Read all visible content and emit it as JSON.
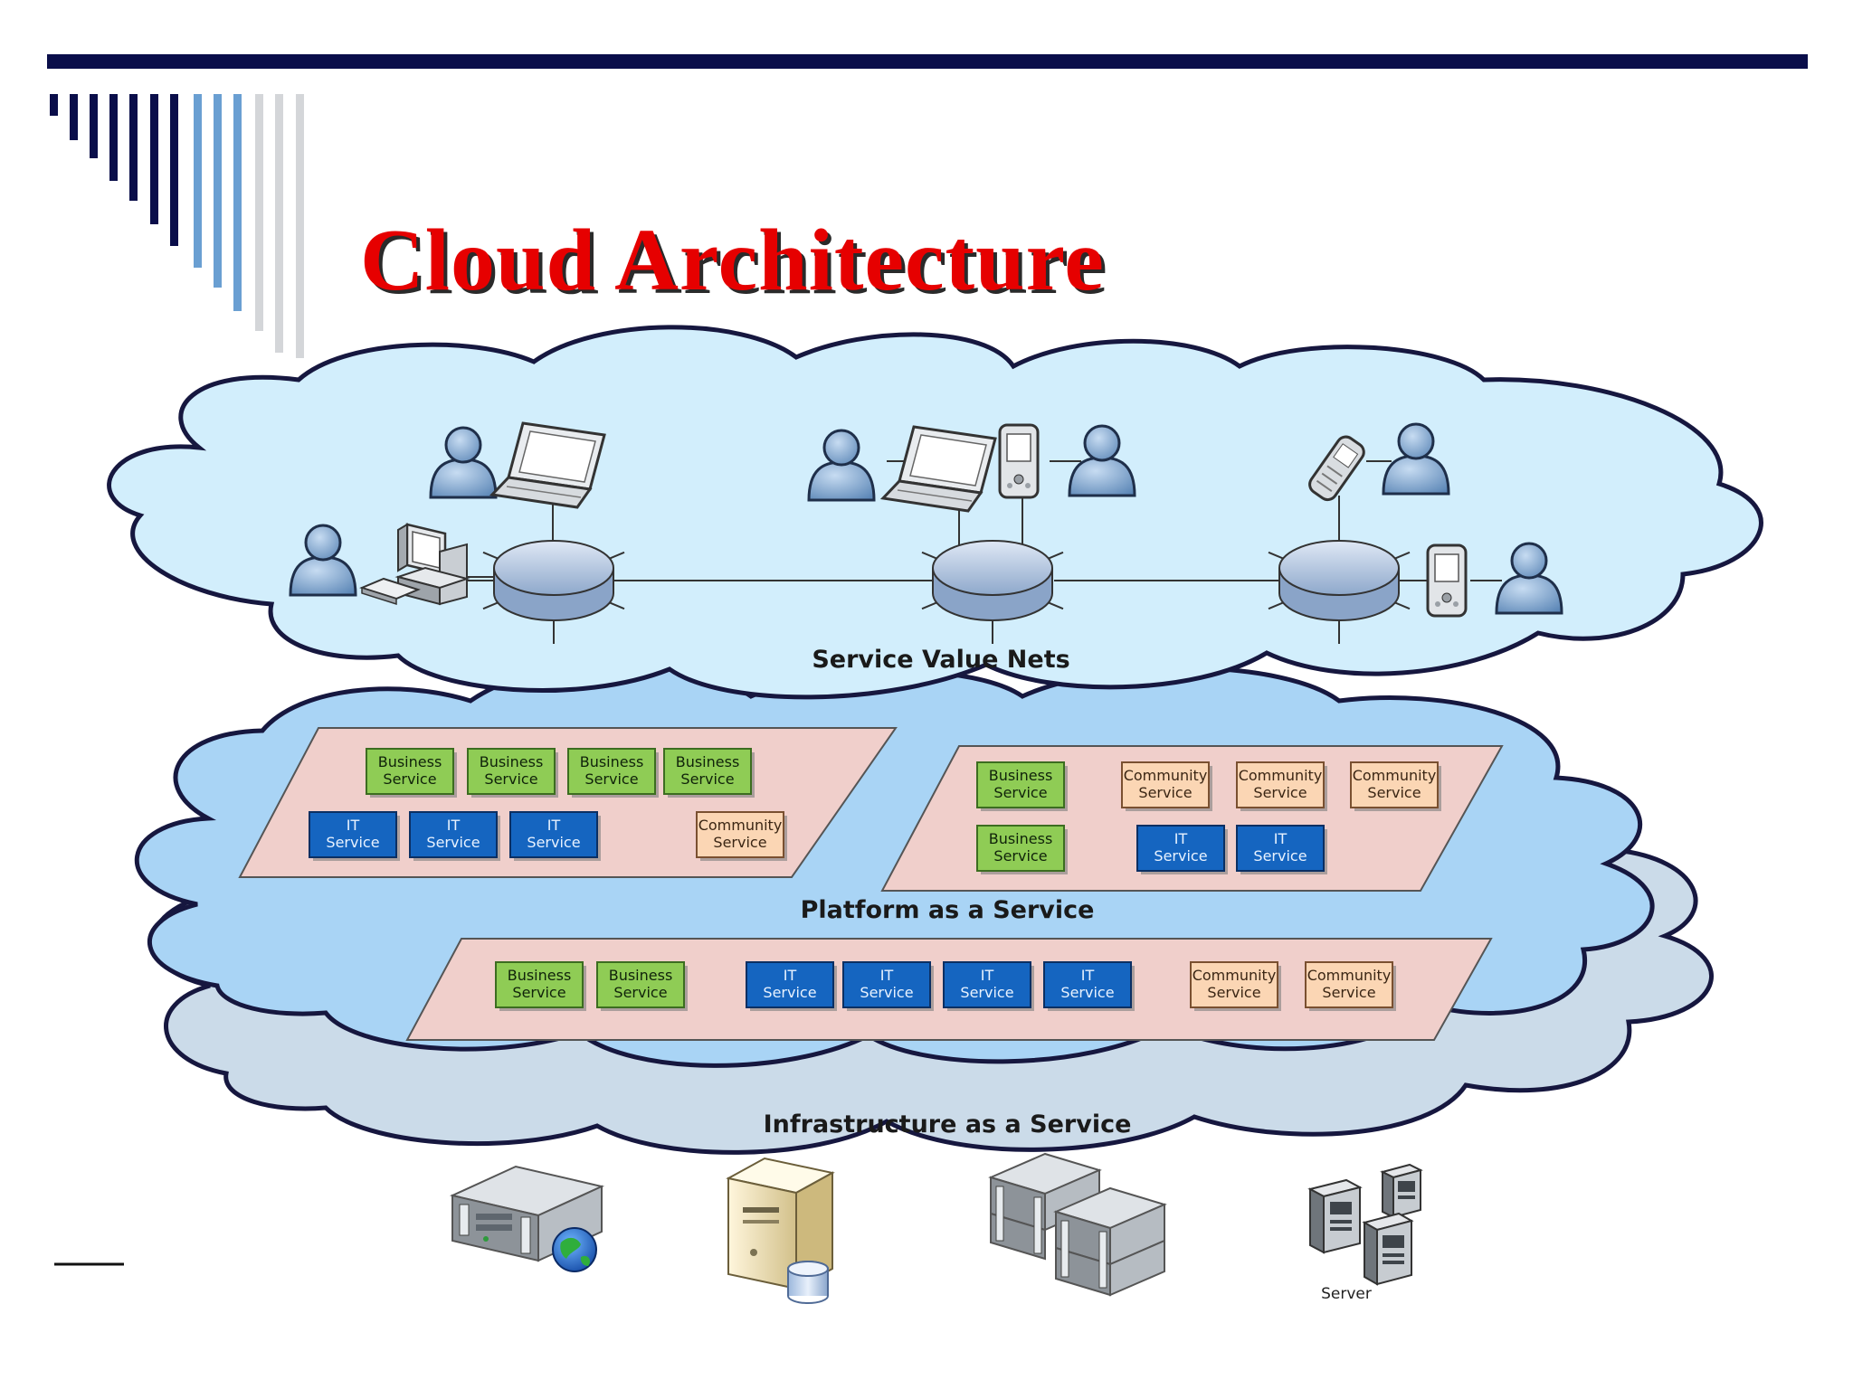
{
  "slide": {
    "title": "Cloud Architecture"
  },
  "layers": {
    "svn_label": "Service Value Nets",
    "paas_label": "Platform as a Service",
    "iaas_label": "Infrastructure as a Service"
  },
  "service_labels": {
    "business": [
      "Business",
      "Service"
    ],
    "it": [
      "IT",
      "Service"
    ],
    "community": [
      "Community",
      "Service"
    ]
  },
  "server_caption": "Server",
  "colors": {
    "title": "#e60000",
    "cloud_top": "#d2eefc",
    "cloud_middle": "#a9d4f5",
    "cloud_bottom": "#cbdbe9",
    "panel": "#f0cfcb",
    "business_service": "#8fcc55",
    "it_service": "#1565c0",
    "community_service": "#fbd6b4"
  },
  "icons": [
    "user-icon",
    "laptop-icon",
    "desktop-pc-icon",
    "pda-icon",
    "cellphone-icon",
    "router-icon",
    "web-server-icon",
    "database-server-icon",
    "server-rack-icon",
    "server-tower-icon"
  ]
}
